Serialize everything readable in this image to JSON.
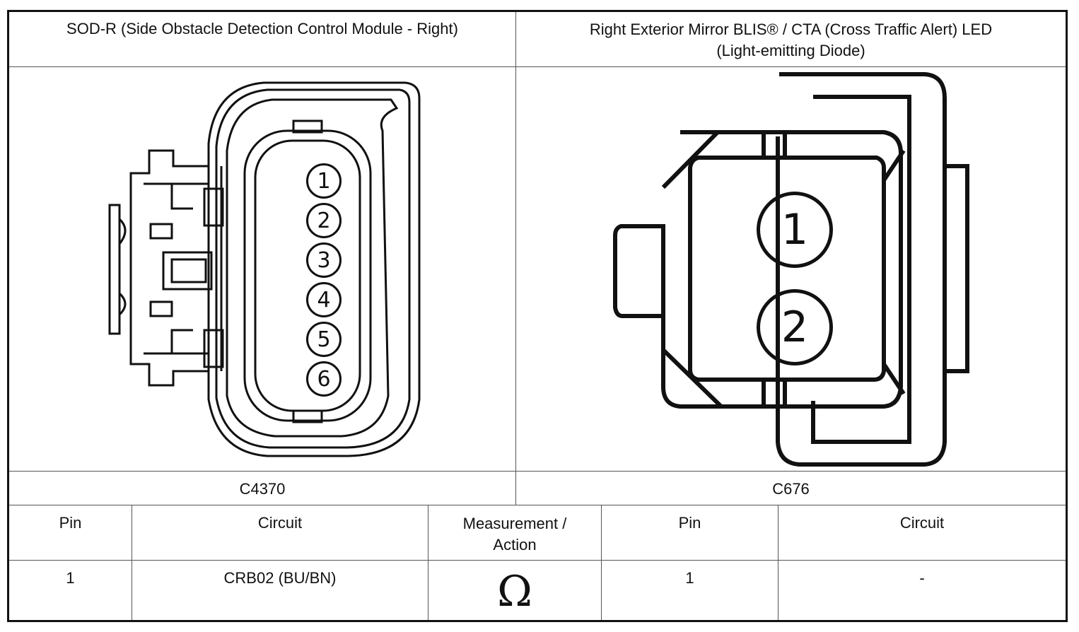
{
  "header": {
    "left_title": "SOD-R (Side Obstacle Detection Control Module - Right)",
    "right_title_line1": "Right Exterior Mirror BLIS® / CTA (Cross Traffic Alert) LED",
    "right_title_line2": "(Light-emitting Diode)"
  },
  "connectors": {
    "left": {
      "id": "C4370",
      "pins": [
        "1",
        "2",
        "3",
        "4",
        "5",
        "6"
      ]
    },
    "right": {
      "id": "C676",
      "pins": [
        "1",
        "2"
      ]
    }
  },
  "table": {
    "headers": {
      "pin_left": "Pin",
      "circuit_left": "Circuit",
      "measurement_line1": "Measurement /",
      "measurement_line2": "Action",
      "pin_right": "Pin",
      "circuit_right": "Circuit"
    },
    "rows": [
      {
        "pin_left": "1",
        "circuit_left": "CRB02 (BU/BN)",
        "measurement_symbol": "Ω",
        "measurement_icon": "ohm-icon",
        "pin_right": "1",
        "circuit_right": "-"
      }
    ]
  }
}
